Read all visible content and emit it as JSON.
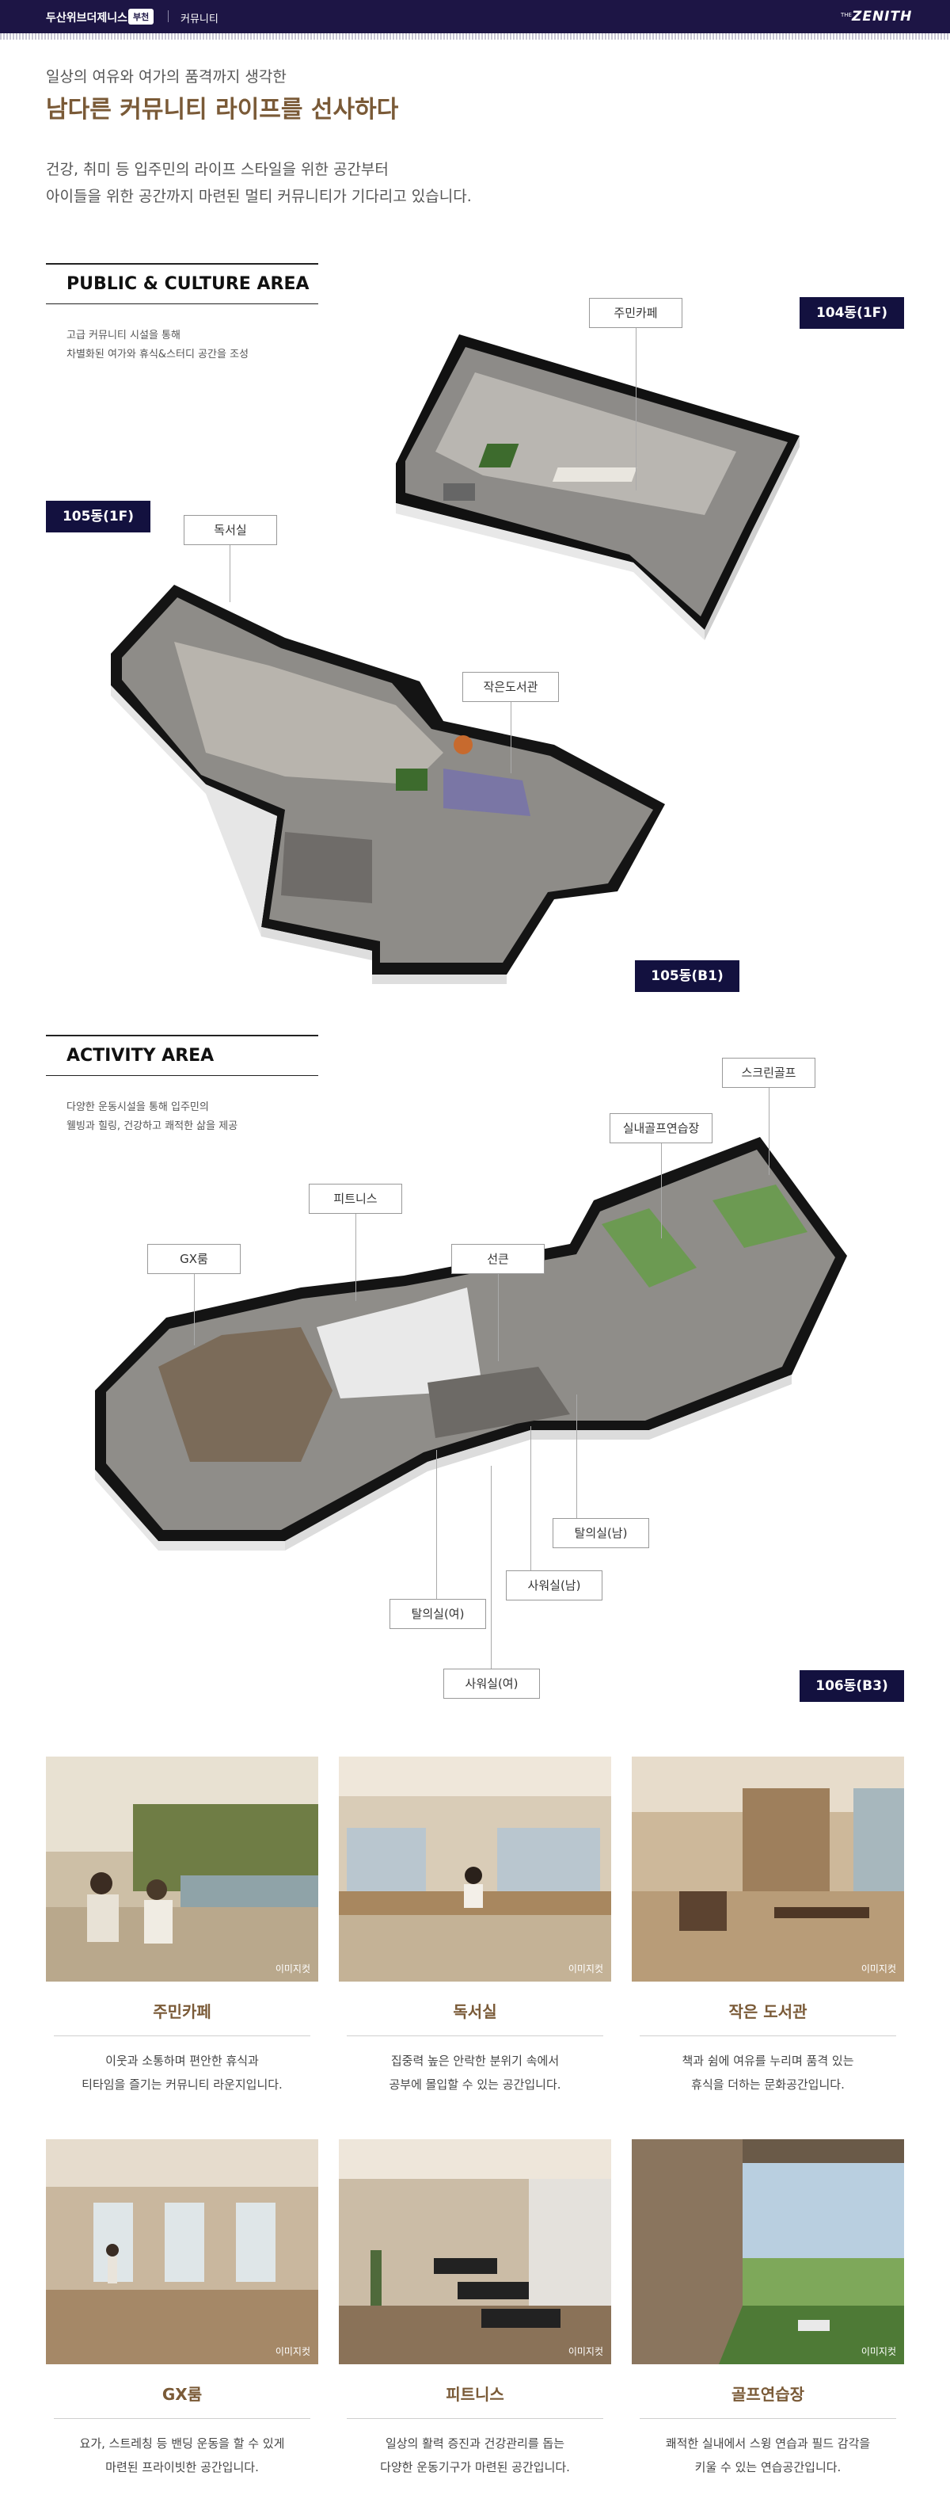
{
  "header": {
    "brand": "두산위브더제니스",
    "brand_badge": "부천",
    "nav": "커뮤니티",
    "logo_the": "THE",
    "logo_main": "ZENITH"
  },
  "intro": {
    "subtitle": "일상의 여유와 여가의 품격까지 생각한",
    "headline": "남다른 커뮤니티 라이프를 선사하다",
    "desc_line1": "건강, 취미 등 입주민의 라이프 스타일을 위한 공간부터",
    "desc_line2": "아이들을 위한 공간까지 마련된 멀티 커뮤니티가 기다리고 있습니다."
  },
  "public_area": {
    "title": "PUBLIC & CULTURE AREA",
    "desc_line1": "고급 커뮤니티 시설을 통해",
    "desc_line2": "차별화된 여가와 휴식&스터디 공간을 조성",
    "badges": [
      "104동(1F)",
      "105동(1F)",
      "105동(B1)"
    ],
    "labels": [
      "주민카페",
      "독서실",
      "작은도서관"
    ]
  },
  "activity_area": {
    "title": "ACTIVITY AREA",
    "desc_line1": "다양한 운동시설을 통해 입주민의",
    "desc_line2": "웰빙과 힐링, 건강하고 쾌적한 삶을 제공",
    "badge": "106동(B3)",
    "labels": [
      "스크린골프",
      "실내골프연습장",
      "피트니스",
      "GX룸",
      "선큰",
      "탈의실(남)",
      "사워실(남)",
      "탈의실(여)",
      "사워실(여)"
    ]
  },
  "photo_tag": "이미지컷",
  "cards": [
    {
      "title": "주민카페",
      "line1": "이웃과 소통하며 편안한 휴식과",
      "line2": "티타임을 즐기는 커뮤니티 라운지입니다."
    },
    {
      "title": "독서실",
      "line1": "집중력 높은 안락한 분위기 속에서",
      "line2": "공부에 몰입할 수 있는 공간입니다."
    },
    {
      "title": "작은 도서관",
      "line1": "책과 쉼에 여유를 누리며 품격 있는",
      "line2": "휴식을 더하는 문화공간입니다."
    },
    {
      "title": "GX룸",
      "line1": "요가, 스트레칭 등 밴딩 운동을 할 수 있게",
      "line2": "마련된 프라이빗한 공간입니다."
    },
    {
      "title": "피트니스",
      "line1": "일상의 활력 증진과 건강관리를 돕는",
      "line2": "다양한 운동기구가 마련된 공간입니다."
    },
    {
      "title": "골프연습장",
      "line1": "쾌적한 실내에서 스윙 연습과 필드 감각을",
      "line2": "키울 수 있는 연습공간입니다."
    }
  ],
  "colors": {
    "navy": "#1d1545",
    "badge_navy": "#13113f",
    "accent_brown": "#7a5a37"
  }
}
